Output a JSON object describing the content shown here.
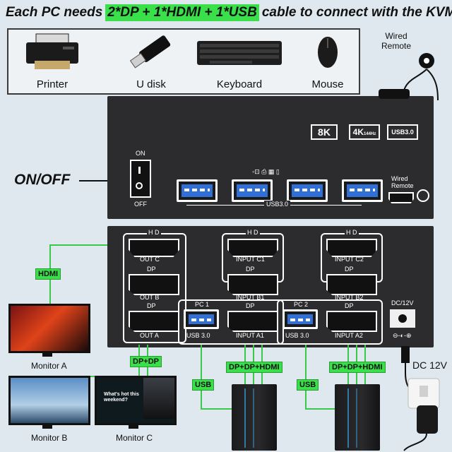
{
  "headline": {
    "prefix": "Each PC needs",
    "highlight1": "2*DP + 1*HDMI + 1*USB",
    "suffix": "cable to connect with the KVM"
  },
  "peripherals": [
    {
      "label": "Printer",
      "icon": "printer-icon"
    },
    {
      "label": "U disk",
      "icon": "usb-drive-icon"
    },
    {
      "label": "Keyboard",
      "icon": "keyboard-icon"
    },
    {
      "label": "Mouse",
      "icon": "mouse-icon"
    }
  ],
  "wired_remote": {
    "label_line1": "Wired",
    "label_line2": "Remote"
  },
  "kvm_top": {
    "badges": [
      "8K",
      "4K",
      "144Hz",
      "USB3.0"
    ],
    "power_on": "ON",
    "power_off": "OFF",
    "usb_label": "USB3.0",
    "remote_line1": "Wired",
    "remote_line2": "Remote"
  },
  "onoff_label": "ON/OFF",
  "kvm_back": {
    "hd": "H D",
    "dp": "DP",
    "out_c": "OUT C",
    "out_b": "OUT B",
    "out_a": "OUT A",
    "input_c1": "INPUT C1",
    "input_b1": "INPUT B1",
    "input_a1": "INPUT A1",
    "input_c2": "INPUT C2",
    "input_b2": "INPUT B2",
    "input_a2": "INPUT A2",
    "pc1": "PC 1",
    "pc2": "PC 2",
    "usb30": "USB 3.0",
    "dc": "DC/12V"
  },
  "tags": {
    "hdmi": "HDMI",
    "dp_dp": "DP+DP",
    "dp_dp_hdmi": "DP+DP+HDMI",
    "usb": "USB",
    "dc12v": "DC 12V"
  },
  "monitors": [
    "Monitor A",
    "Monitor B",
    "Monitor C"
  ],
  "monitor_c_text": {
    "line1": "What's hot this",
    "line2": "weekend?"
  },
  "colors": {
    "accent_green": "#39e04a",
    "device_black": "#2c2c2e",
    "usb_blue": "#2f6fd6"
  }
}
